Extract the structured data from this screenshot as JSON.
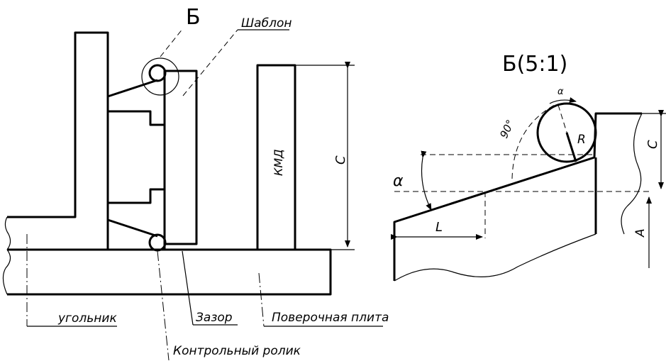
{
  "labels": {
    "view_mark": "Б",
    "template": "Шаблон",
    "kmd": "КМД",
    "dim_c_left": "C",
    "square": "угольник",
    "gap": "Зазор",
    "surface_plate": "Поверочная плита",
    "control_roller": "Контрольный ролик",
    "detail_title": "Б(5:1)",
    "alpha_small": "α",
    "angle_90": "90°",
    "radius": "R",
    "dim_c_right": "C",
    "alpha_big": "α",
    "dim_l": "L",
    "view_a": "A"
  }
}
